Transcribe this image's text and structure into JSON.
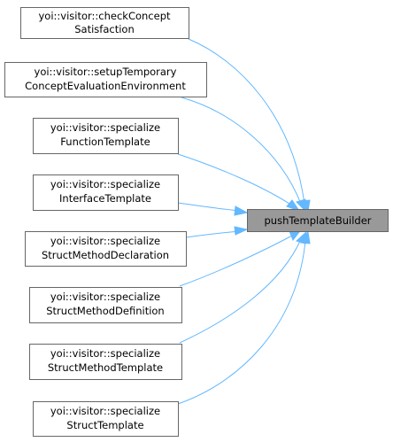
{
  "graph": {
    "target": {
      "label": "pushTemplateBuilder"
    },
    "callers": [
      {
        "line1": "yoi::visitor::checkConcept",
        "line2": "Satisfaction"
      },
      {
        "line1": "yoi::visitor::setupTemporary",
        "line2": "ConceptEvaluationEnvironment"
      },
      {
        "line1": "yoi::visitor::specialize",
        "line2": "FunctionTemplate"
      },
      {
        "line1": "yoi::visitor::specialize",
        "line2": "InterfaceTemplate"
      },
      {
        "line1": "yoi::visitor::specialize",
        "line2": "StructMethodDeclaration"
      },
      {
        "line1": "yoi::visitor::specialize",
        "line2": "StructMethodDefinition"
      },
      {
        "line1": "yoi::visitor::specialize",
        "line2": "StructMethodTemplate"
      },
      {
        "line1": "yoi::visitor::specialize",
        "line2": "StructTemplate"
      }
    ],
    "colors": {
      "edge": "#63b8ff",
      "node_border": "#666666",
      "target_fill": "#999999",
      "node_fill": "#ffffff"
    }
  }
}
